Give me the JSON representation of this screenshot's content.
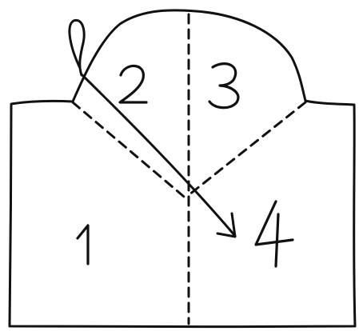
{
  "diagram": {
    "regions": [
      {
        "id": "1",
        "label": "1"
      },
      {
        "id": "2",
        "label": "2"
      },
      {
        "id": "3",
        "label": "3"
      },
      {
        "id": "4",
        "label": "4"
      }
    ],
    "ink_color": "#111111",
    "background_color": "#ffffff",
    "line_styles": {
      "outline": "solid",
      "fold_lines": "dashed",
      "arrow": "solid"
    },
    "arrow": {
      "from_region": "2",
      "to_region": "4",
      "meaning": "fold"
    }
  }
}
